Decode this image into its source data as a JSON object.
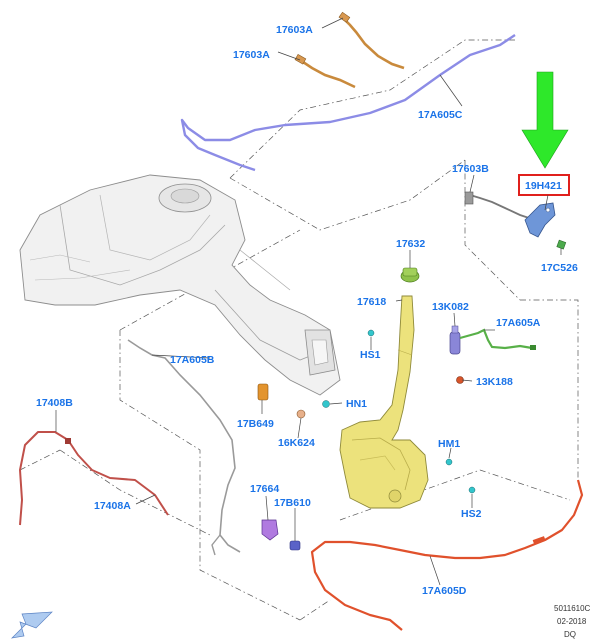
{
  "colors": {
    "callout_text": "#1a73e8",
    "highlight_box": "#e0201c",
    "arrow": "#2ee82a",
    "reservoir": "#ece27c",
    "washer_hose_rear": "#e0512c",
    "washer_hose_front": "#8c8ce6",
    "jet_hose": "#c98a3c",
    "rear_hose_left": "#c0504a",
    "pump_tube": "#58b048",
    "tube_17A605B": "#9a9a9a"
  },
  "callouts": {
    "c_17603A_top": "17603A",
    "c_17603A_mid": "17603A",
    "c_17A605C": "17A605C",
    "c_17603B": "17603B",
    "c_19H421": "19H421",
    "c_17C526": "17C526",
    "c_17632": "17632",
    "c_17618": "17618",
    "c_13K082": "13K082",
    "c_17A605A": "17A605A",
    "c_HS1": "HS1",
    "c_13K188": "13K188",
    "c_17A605B": "17A605B",
    "c_HN1": "HN1",
    "c_17B649": "17B649",
    "c_16K624": "16K624",
    "c_HM1": "HM1",
    "c_HS2": "HS2",
    "c_17408B": "17408B",
    "c_17408A": "17408A",
    "c_17664": "17664",
    "c_17B610": "17B610",
    "c_17A605D": "17A605D"
  },
  "footer": {
    "line1": "5011610C",
    "line2": "02-2018",
    "line3": "DQ"
  },
  "icons": {
    "pointer_arrow": "green-down-arrow",
    "orientation": "front-direction-arrow"
  }
}
